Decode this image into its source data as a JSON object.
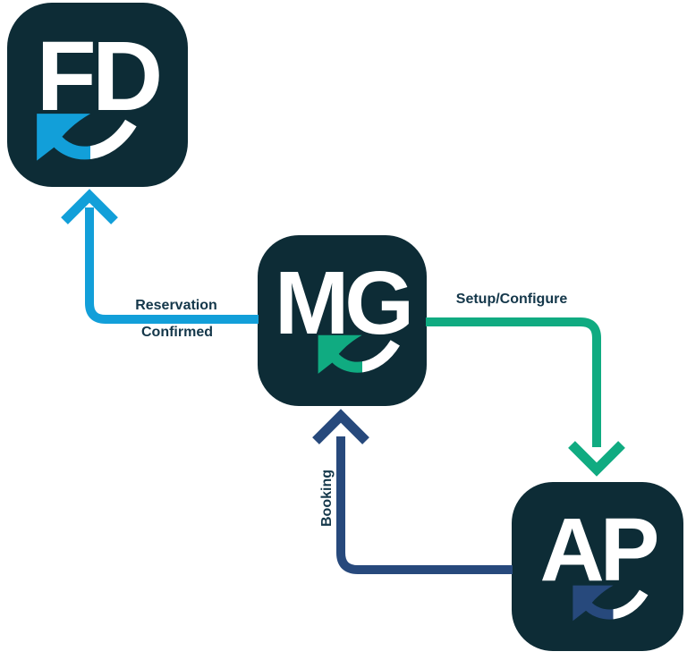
{
  "diagram": {
    "nodes": {
      "fd": {
        "letters": "FD",
        "accent": "#129fd9"
      },
      "mg": {
        "letters": "MG",
        "accent": "#10ab81"
      },
      "ap": {
        "letters": "AP",
        "accent": "#27497c"
      }
    },
    "edges": {
      "reservation": {
        "from": "MG",
        "to": "FD",
        "label_line1": "Reservation",
        "label_line2": "Confirmed",
        "color": "#129fd9"
      },
      "setup": {
        "from": "MG",
        "to": "AP",
        "label": "Setup/Configure",
        "color": "#10ab81"
      },
      "booking": {
        "from": "AP",
        "to": "MG",
        "label": "Booking",
        "color": "#27497c"
      }
    },
    "colors": {
      "node_background": "#0d2c36",
      "node_letters": "#ffffff",
      "edge_label_text": "#14374a",
      "canvas_background": "#ffffff"
    }
  }
}
